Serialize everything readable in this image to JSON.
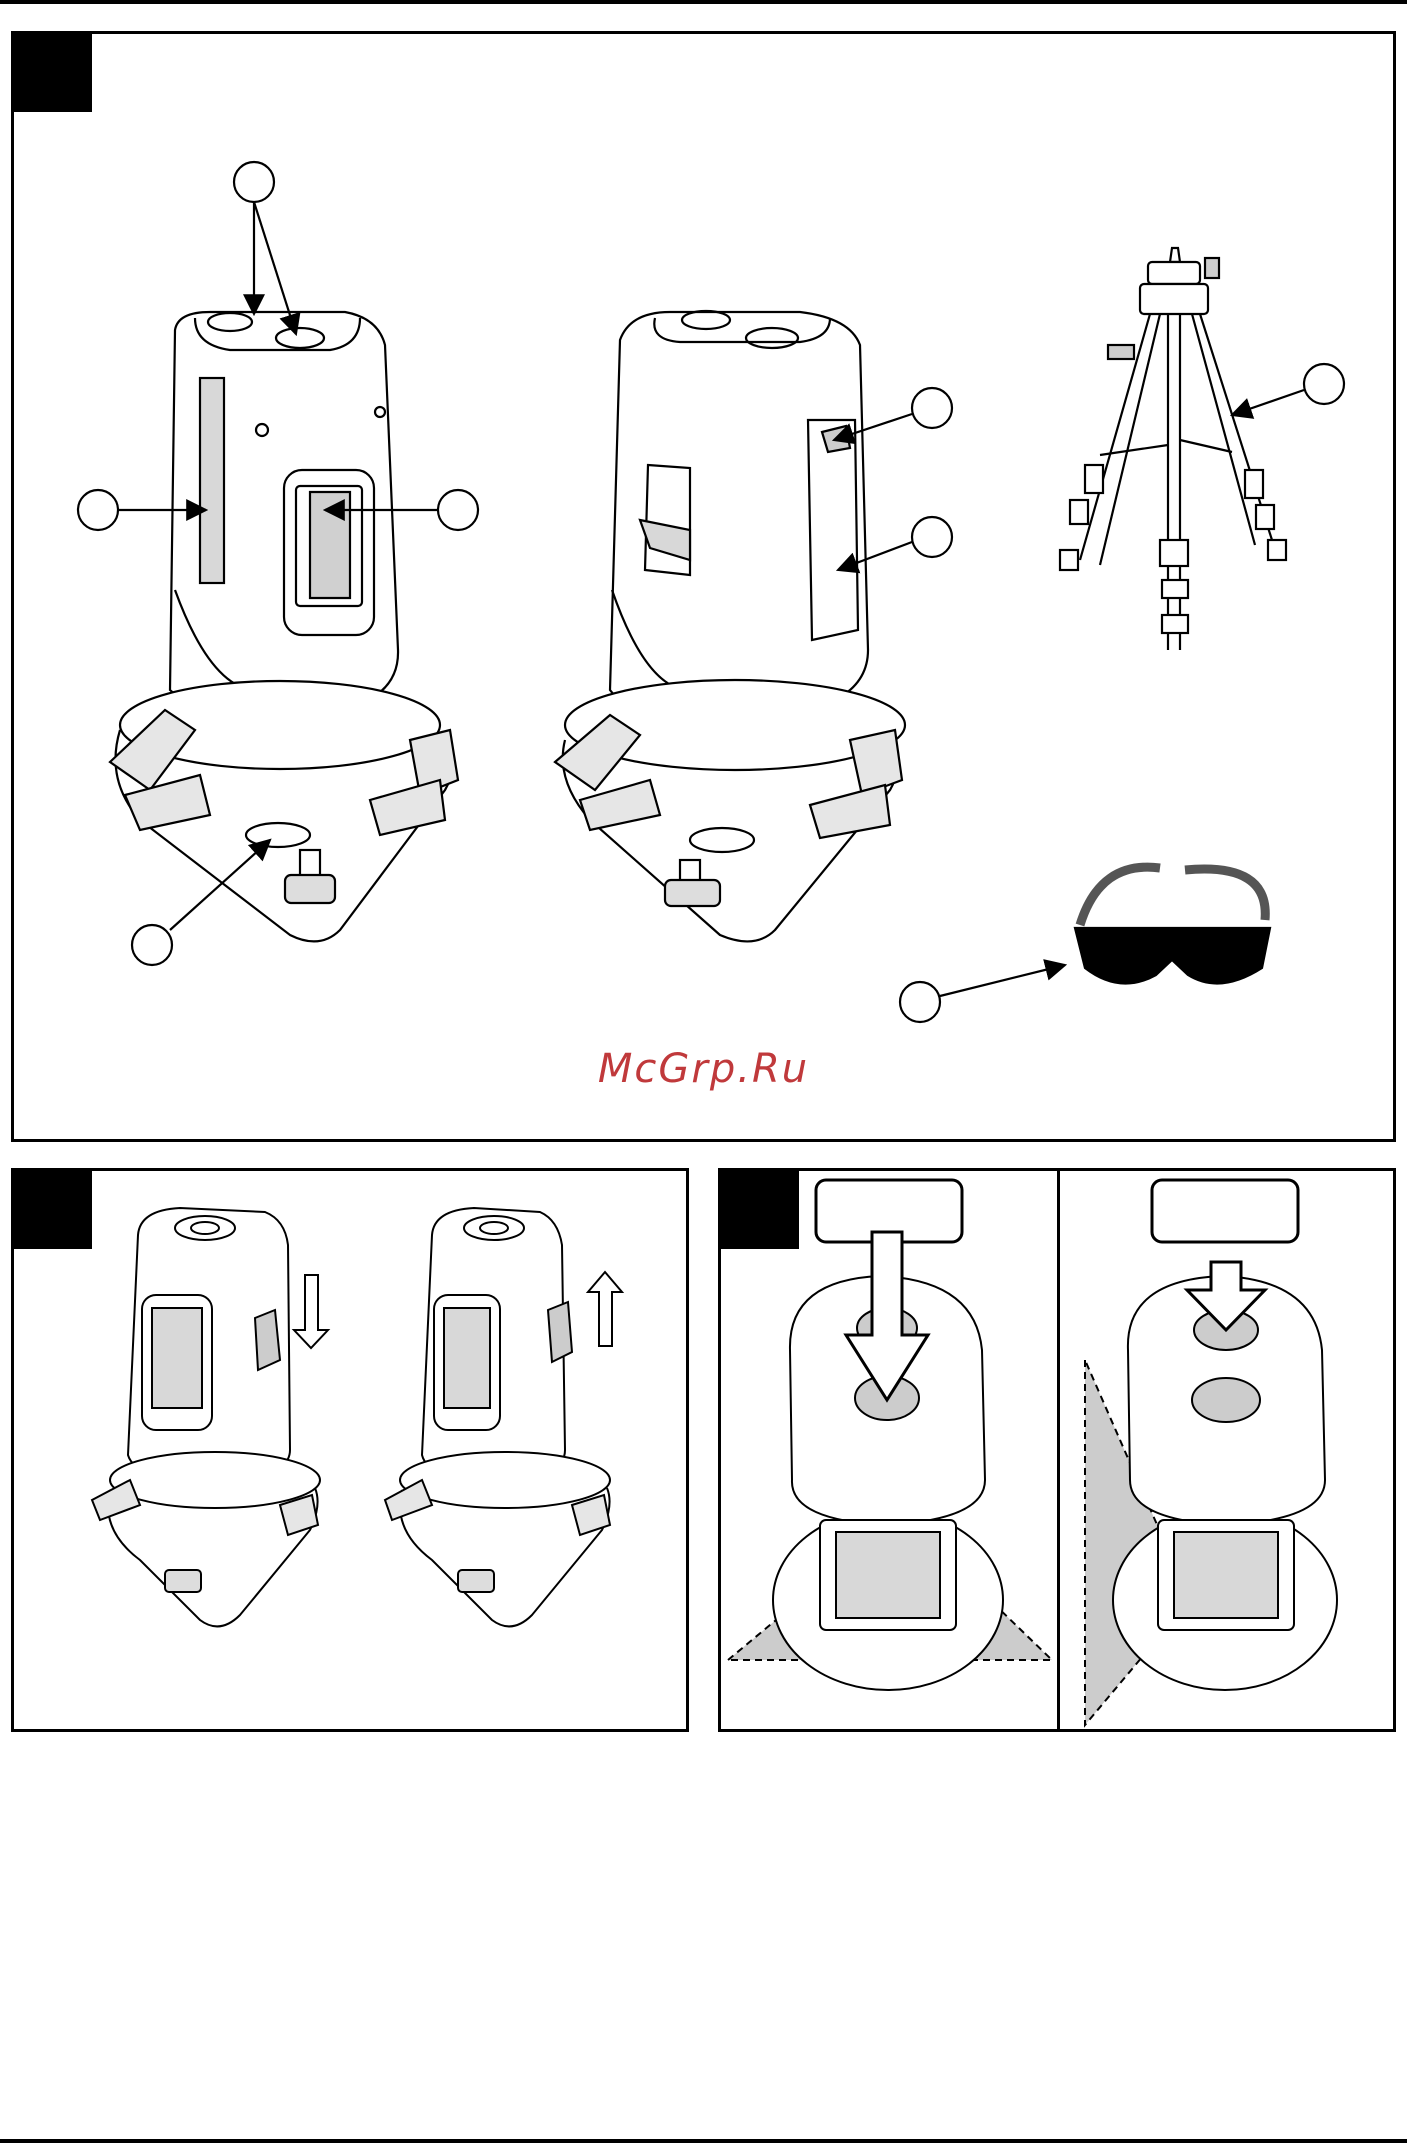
{
  "watermark": {
    "text": "McGrp.Ru"
  },
  "colors": {
    "ink": "#000000",
    "paper": "#ffffff",
    "watermark": "#c0393b",
    "shade": "#c8c8c8"
  },
  "figures": [
    {
      "id": "fig-1",
      "callouts": 8
    },
    {
      "id": "fig-2",
      "arrows": [
        "down",
        "up"
      ]
    },
    {
      "id": "fig-3",
      "sub_panels": 2
    }
  ]
}
